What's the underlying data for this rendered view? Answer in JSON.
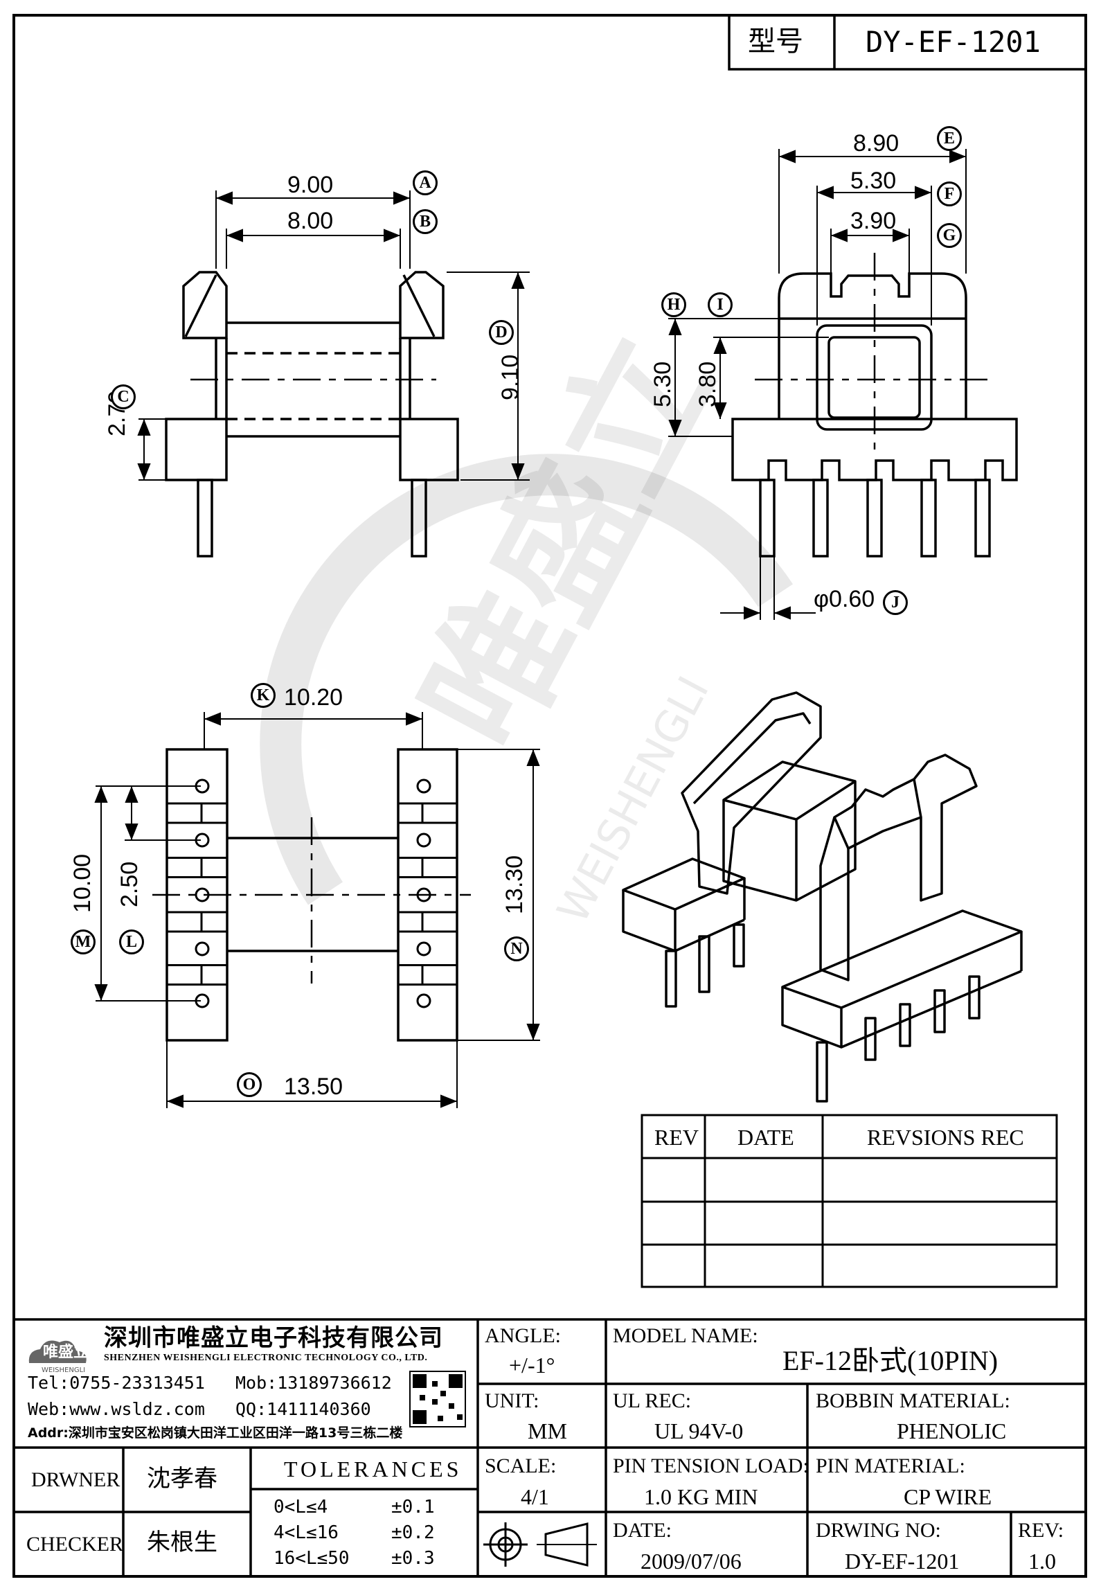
{
  "title_box": {
    "label": "型号",
    "model": "DY-EF-1201"
  },
  "dimensions": {
    "A": "9.00",
    "B": "8.00",
    "C": "2.70",
    "D": "9.10",
    "E": "8.90",
    "F": "5.30",
    "G": "3.90",
    "H": "5.30",
    "I": "3.80",
    "J": "φ0.60",
    "K": "10.20",
    "L": "2.50",
    "M": "10.00",
    "N": "13.30",
    "O": "13.50"
  },
  "callouts": [
    "A",
    "B",
    "C",
    "D",
    "E",
    "F",
    "G",
    "H",
    "I",
    "J",
    "K",
    "L",
    "M",
    "N",
    "O"
  ],
  "watermark": {
    "brand": "唯盛立",
    "pinyin": "WEISHENGLI"
  },
  "revision_table": {
    "headers": [
      "REV",
      "DATE",
      "REVSIONS REC"
    ],
    "rows": [
      [
        "",
        "",
        ""
      ],
      [
        "",
        "",
        ""
      ],
      [
        "",
        "",
        ""
      ]
    ]
  },
  "company": {
    "logo_text": "唯盛立",
    "logo_sub": "WEISHENGLI",
    "name_cn": "深圳市唯盛立电子科技有限公司",
    "name_en": "SHENZHEN WEISHENGLI ELECTRONIC TECHNOLOGY CO., LTD.",
    "tel": "Tel:0755-23313451",
    "mob": "Mob:13189736612",
    "web": "Web:www.wsldz.com",
    "qq": "QQ:1411140360",
    "addr": "Addr:深圳市宝安区松岗镇大田洋工业区田洋一路13号三栋二楼"
  },
  "title_block": {
    "angle_label": "ANGLE:",
    "angle_value": "+/-1°",
    "model_name_label": "MODEL NAME:",
    "model_name_value": "EF-12卧式(10PIN)",
    "unit_label": "UNIT:",
    "unit_value": "MM",
    "ul_rec_label": "UL REC:",
    "ul_rec_value": "UL 94V-0",
    "bobbin_material_label": "BOBBIN MATERIAL:",
    "bobbin_material_value": "PHENOLIC",
    "scale_label": "SCALE:",
    "scale_value": "4/1",
    "pin_tension_label": "PIN TENSION LOAD:",
    "pin_tension_value": "1.0 KG MIN",
    "pin_material_label": "PIN MATERIAL:",
    "pin_material_value": "CP WIRE",
    "date_label": "DATE:",
    "date_value": "2009/07/06",
    "drawing_no_label": "DRWING NO:",
    "drawing_no_value": "DY-EF-1201",
    "rev_label": "REV:",
    "rev_value": "1.0",
    "drawner_label": "DRWNER",
    "drawner_value": "沈孝春",
    "checker_label": "CHECKER",
    "checker_value": "朱根生",
    "tolerances_label": "TOLERANCES",
    "tolerances": [
      {
        "range": "0<L≤4",
        "value": "±0.1"
      },
      {
        "range": "4<L≤16",
        "value": "±0.2"
      },
      {
        "range": "16<L≤50",
        "value": "±0.3"
      }
    ]
  }
}
